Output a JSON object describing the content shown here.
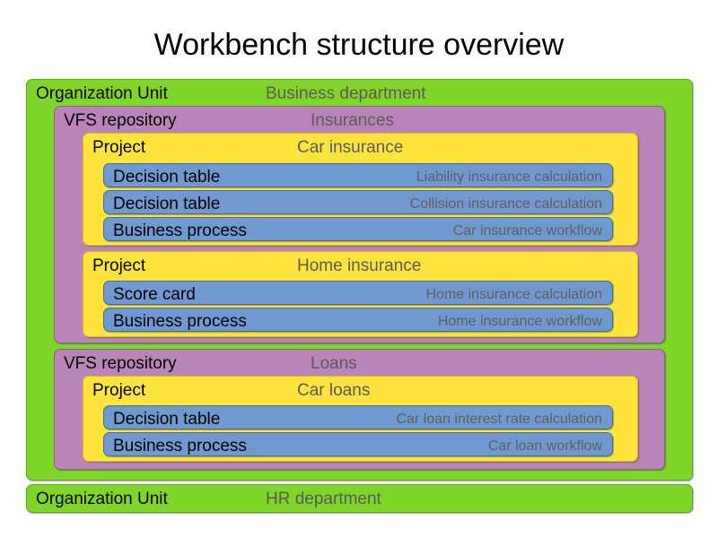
{
  "title": "Workbench structure overview",
  "labels": {
    "org_unit": "Organization Unit",
    "repository": "VFS repository",
    "project": "Project",
    "decision_table": "Decision table",
    "business_process": "Business process",
    "score_card": "Score card"
  },
  "colors": {
    "org_unit": "#7fd629",
    "repository": "#b985b9",
    "project": "#ffe43d",
    "asset": "#7099cf",
    "label_text": "#000000",
    "value_text": "#5b5b5b",
    "background": "#ffffff"
  },
  "org_units": [
    {
      "label": "Organization Unit",
      "name": "Business department",
      "repositories": [
        {
          "label": "VFS repository",
          "name": "Insurances",
          "projects": [
            {
              "label": "Project",
              "name": "Car insurance",
              "assets": [
                {
                  "label": "Decision table",
                  "name": "Liability insurance calculation"
                },
                {
                  "label": "Decision table",
                  "name": "Collision insurance calculation"
                },
                {
                  "label": "Business process",
                  "name": "Car insurance workflow"
                }
              ]
            },
            {
              "label": "Project",
              "name": "Home insurance",
              "assets": [
                {
                  "label": "Score card",
                  "name": "Home insurance calculation"
                },
                {
                  "label": "Business process",
                  "name": "Home insurance workflow"
                }
              ]
            }
          ]
        },
        {
          "label": "VFS repository",
          "name": "Loans",
          "projects": [
            {
              "label": "Project",
              "name": "Car loans",
              "assets": [
                {
                  "label": "Decision table",
                  "name": "Car loan interest rate calculation"
                },
                {
                  "label": "Business process",
                  "name": "Car loan workflow"
                }
              ]
            }
          ]
        }
      ]
    },
    {
      "label": "Organization Unit",
      "name": "HR department",
      "repositories": []
    }
  ]
}
